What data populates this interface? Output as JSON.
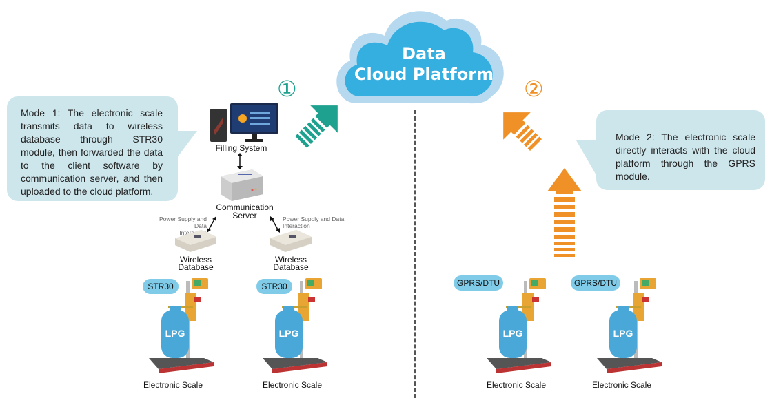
{
  "cloud": {
    "line1": "Data",
    "line2": "Cloud Platform",
    "fill_color": "#35aee0",
    "outline_color": "#b6d9ef"
  },
  "mode1": {
    "number": "①",
    "color": "#1ea18f",
    "description": "Mode 1: The electronic scale transmits data to wireless database through STR30 module, then forwarded the data to the client software by communication server, and then uploaded to the cloud platform.",
    "filling_system": "Filling System",
    "communication_server_line1": "Communication",
    "communication_server_line2": "Server",
    "link_label_line1": "Power Supply and Data",
    "link_label_line2": "Interaction",
    "wireless_db_line1": "Wireless",
    "wireless_db_line2": "Database",
    "module_badge": "STR30",
    "scale_label": "Electronic Scale",
    "cylinder_label": "LPG"
  },
  "mode2": {
    "number": "②",
    "color": "#ef9127",
    "description": "Mode 2: The electronic scale directly interacts with the cloud platform through the GPRS module.",
    "module_badge": "GPRS/DTU",
    "scale_label": "Electronic Scale",
    "cylinder_label": "LPG"
  },
  "colors": {
    "callout_bg": "#cde6ec",
    "badge_bg": "#7fcbe8",
    "divider": "#555555"
  }
}
